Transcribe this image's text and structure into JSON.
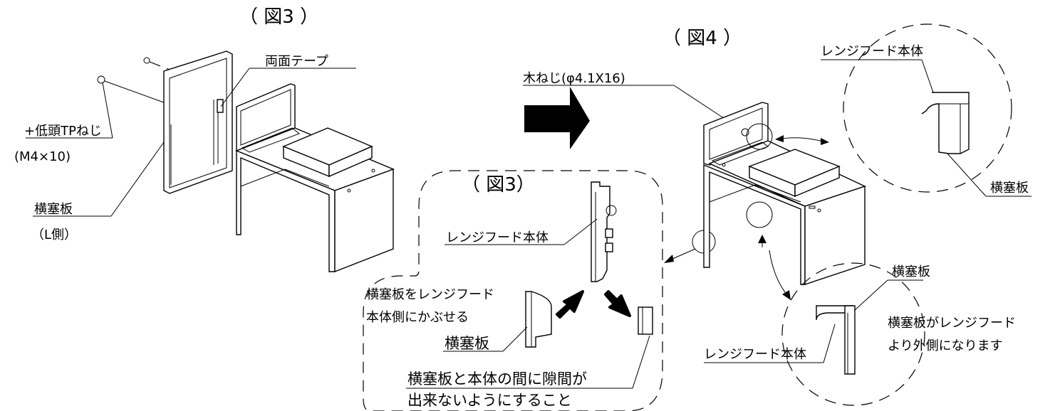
{
  "figure3": {
    "title": "（ 図3 ）",
    "tape_label": "両面テープ",
    "screw_label": "+低頭TPねじ",
    "screw_size": "(M4×10)",
    "plate_label": "横塞板",
    "plate_side": "（L側）"
  },
  "detail3": {
    "title": "（ 図3）",
    "hood_label": "レンジフード本体",
    "instruction_line1": "横塞板をレンジフード",
    "instruction_line2": "本体側にかぶせる",
    "plate_label": "横塞板",
    "note_line1": "横塞板と本体の間に隙間が",
    "note_line2": "出来ないようにすること"
  },
  "figure4": {
    "title": "（ 図4 ）",
    "wood_screw_label": "木ねじ(φ4.1X16)",
    "hood_label_top": "レンジフード本体",
    "plate_label_top": "横塞板",
    "plate_label_bottom": "横塞板",
    "note_line1": "横塞板がレンジフード",
    "note_line2": "より外側になります",
    "hood_label_bottom": "レンジフード本体"
  }
}
